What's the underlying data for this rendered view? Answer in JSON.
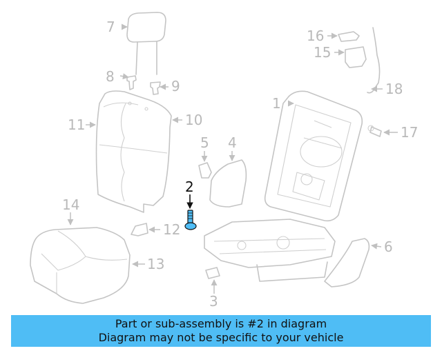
{
  "diagram": {
    "highlight_color": "#4fbdf5",
    "callouts": [
      {
        "id": "1",
        "label": "1"
      },
      {
        "id": "2",
        "label": "2",
        "active": true
      },
      {
        "id": "3",
        "label": "3"
      },
      {
        "id": "4",
        "label": "4"
      },
      {
        "id": "5",
        "label": "5"
      },
      {
        "id": "6",
        "label": "6"
      },
      {
        "id": "7",
        "label": "7"
      },
      {
        "id": "8",
        "label": "8"
      },
      {
        "id": "9",
        "label": "9"
      },
      {
        "id": "10",
        "label": "10"
      },
      {
        "id": "11",
        "label": "11"
      },
      {
        "id": "12",
        "label": "12"
      },
      {
        "id": "13",
        "label": "13"
      },
      {
        "id": "14",
        "label": "14"
      },
      {
        "id": "15",
        "label": "15"
      },
      {
        "id": "16",
        "label": "16"
      },
      {
        "id": "17",
        "label": "17"
      },
      {
        "id": "18",
        "label": "18"
      }
    ]
  },
  "banner": {
    "line1": "Part or sub-assembly is #2 in diagram",
    "line2": "Diagram may not be specific to your vehicle",
    "background": "#4fbdf5"
  }
}
